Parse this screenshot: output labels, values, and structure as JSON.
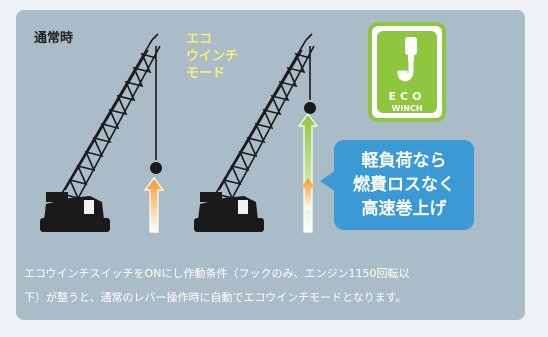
{
  "labels": {
    "normal": "通常時",
    "eco_lines": [
      "エコ",
      "ウインチ",
      "モード"
    ]
  },
  "badge": {
    "icon": "hook-icon",
    "word": "ECO",
    "sub": "WINCH"
  },
  "callout": {
    "lines": [
      "軽負荷なら",
      "燃費ロスなく",
      "高速巻上げ"
    ]
  },
  "description": {
    "lines": [
      "エコウインチスイッチをONにし作動条件（フックのみ、エンジン1150回転以",
      "下）が整うと、通常のレバー操作時に自動でエコウインチモードとなります。"
    ]
  },
  "colors": {
    "panel": "#a9bcc7",
    "eco_label": "#f4f07a",
    "eco_green": "#8ec63f",
    "callout_blue": "#3b9ad6",
    "arrow_orange": "#f39a2a",
    "arrow_green": "#8ec63f",
    "crane_dark": "#1a1a1a"
  }
}
